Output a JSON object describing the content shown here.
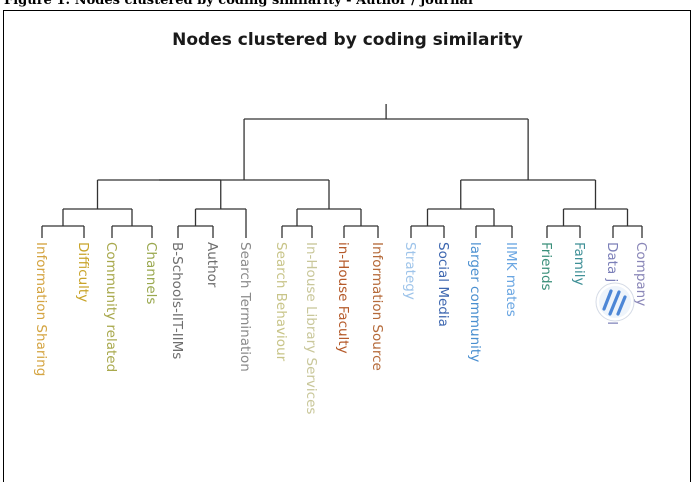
{
  "caption": "Figure 1: Nodes clustered by coding similarity - Author / journal",
  "title": "Nodes clustered by coding similarity",
  "leaves": [
    {
      "label": "Information Sharing",
      "color": "#d4a441"
    },
    {
      "label": "Difficulty",
      "color": "#c9a42a"
    },
    {
      "label": "Community related",
      "color": "#a9a94d"
    },
    {
      "label": "Channels",
      "color": "#9aa84f"
    },
    {
      "label": "B-Schools-IIT-IIMs",
      "color": "#6e6e6e"
    },
    {
      "label": "Author",
      "color": "#6e6e6e"
    },
    {
      "label": "Search Termination",
      "color": "#8a8a8a"
    },
    {
      "label": "Search Behaviour",
      "color": "#c8c488"
    },
    {
      "label": "In-House Library Services",
      "color": "#c9c79a"
    },
    {
      "label": "in-House Faculty",
      "color": "#b55a2a"
    },
    {
      "label": "Information Source",
      "color": "#b56a3a"
    },
    {
      "label": "Strategy",
      "color": "#9ec4ea"
    },
    {
      "label": "Social Media",
      "color": "#3e67b0"
    },
    {
      "label": "larger community",
      "color": "#4a8fd0"
    },
    {
      "label": "IIMK mates",
      "color": "#6aa6e2"
    },
    {
      "label": "Friends",
      "color": "#3a8f7a"
    },
    {
      "label": "Family",
      "color": "#3e8f96"
    },
    {
      "label": "Data journal",
      "color": "#7b7fb8"
    },
    {
      "label": "Company",
      "color": "#8a87b8"
    }
  ],
  "overlay_icon": "loading-spinner-icon",
  "line_color": "#333333"
}
